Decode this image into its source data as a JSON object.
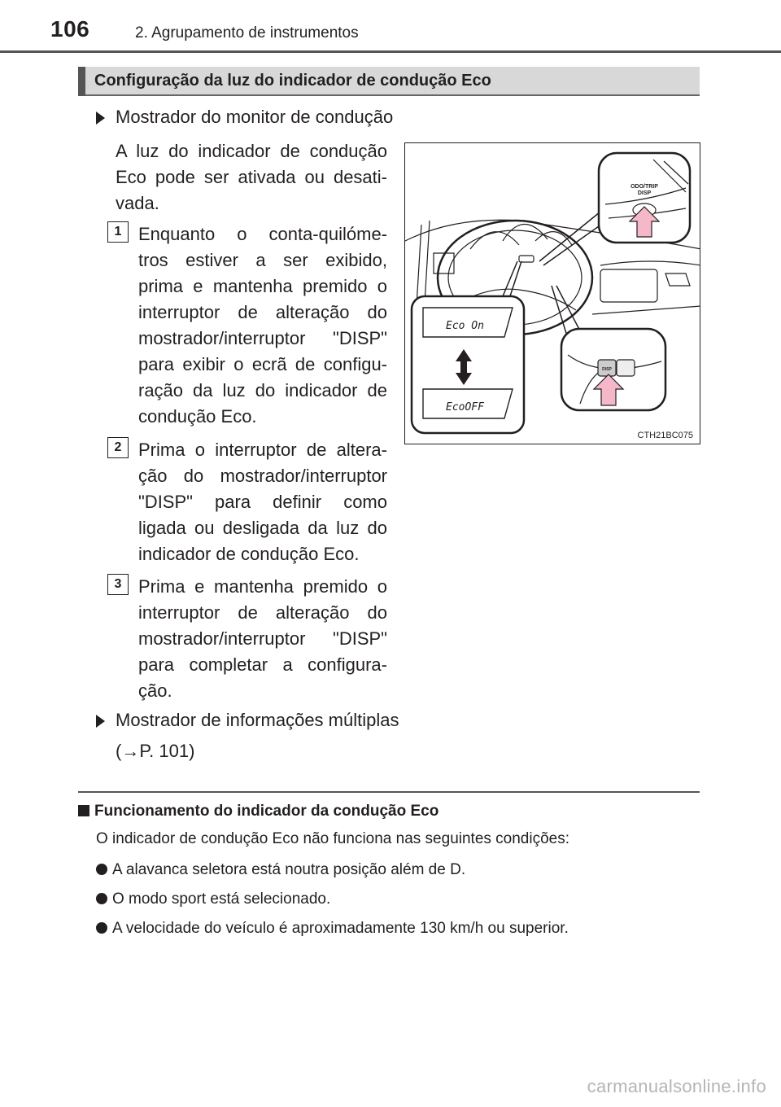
{
  "header": {
    "page_number": "106",
    "chapter": "2. Agrupamento de instrumentos"
  },
  "section": {
    "title": "Configuração da luz do indicador de condução Eco"
  },
  "item1": {
    "heading": "Mostrador do monitor de condução",
    "intro_lines": [
      "A luz do indicador de condução",
      "Eco pode ser ativada ou desati-",
      "vada."
    ]
  },
  "steps": [
    {
      "number": "1",
      "lines": [
        "Enquanto o conta-quilóme-",
        "tros estiver a ser exibido,",
        "prima e mantenha premido o",
        "interruptor de alteração do",
        "mostrador/interruptor \"DISP\"",
        "para exibir o ecrã de configu-",
        "ração da luz do indicador de",
        "condução Eco."
      ]
    },
    {
      "number": "2",
      "lines": [
        "Prima o interruptor de altera-",
        "ção do mostrador/interruptor",
        "\"DISP\" para definir como",
        "ligada ou desligada da luz do",
        "indicador de condução Eco."
      ]
    },
    {
      "number": "3",
      "lines": [
        "Prima e mantenha premido o",
        "interruptor de alteração do",
        "mostrador/interruptor \"DISP\"",
        "para completar a configura-",
        "ção."
      ]
    }
  ],
  "item2": {
    "heading": "Mostrador de informações múltiplas",
    "ref": "(→P. 101)"
  },
  "figure": {
    "caption": "CTH21BC075",
    "button_label": "ODO/TRIP\nDISP",
    "display_on": "Eco On",
    "display_off": "EcoOFF",
    "disp_key": "DISP"
  },
  "note": {
    "heading": "Funcionamento do indicador da condução Eco",
    "intro": "O indicador de condução Eco não funciona nas seguintes condições:",
    "bullets": [
      "A alavanca seletora está noutra posição além de D.",
      "O modo sport está selecionado.",
      "A velocidade do veículo é aproximadamente 130 km/h ou superior."
    ]
  },
  "watermark": "carmanualsonline.info"
}
